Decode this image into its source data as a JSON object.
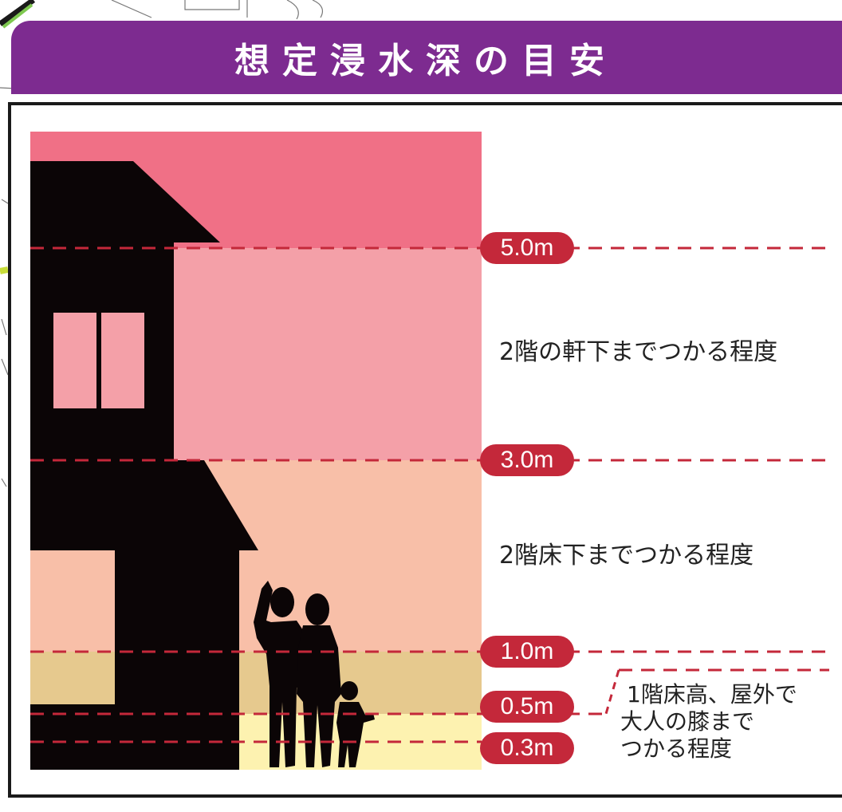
{
  "title": "想定浸水深の目安",
  "colors": {
    "header": "#7d2b90",
    "band_over_5m": "#f07086",
    "band_3_to_5m": "#f4a0a8",
    "band_1_to_3m": "#f8bfa8",
    "band_05_to_1m": "#e6c98e",
    "band_under_05m": "#fdf2b0",
    "silhouette": "#0b0506",
    "marker": "#c4283a"
  },
  "depth_levels": [
    {
      "label": "5.0m"
    },
    {
      "label": "3.0m"
    },
    {
      "label": "1.0m"
    },
    {
      "label": "0.5m"
    },
    {
      "label": "0.3m"
    }
  ],
  "descriptions": {
    "d3_5": "2階の軒下までつかる程度",
    "d1_3": "2階床下までつかる程度",
    "d05_1_line1": "1階床高、屋外で",
    "d05_1_line2": "大人の膝まで",
    "d05_1_line3": "つかる程度"
  }
}
